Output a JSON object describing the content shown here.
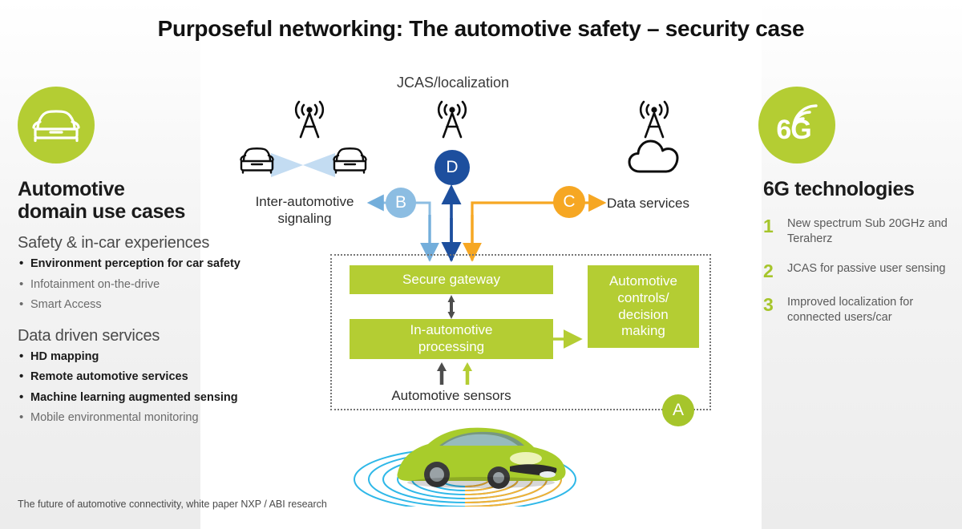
{
  "title": "Purposeful networking: The automotive safety – security case",
  "colors": {
    "lime": "#b4cd33",
    "lime_num": "#a6c52b",
    "light_blue": "#8cbde2",
    "dark_blue": "#1d4f9e",
    "orange": "#f6a723",
    "grey_arrow": "#4d4d4d"
  },
  "left": {
    "icon": "car-front-icon",
    "heading": "Automotive\ndomain use cases",
    "heading_line1": "Automotive",
    "heading_line2": "domain use cases",
    "groups": [
      {
        "title": "Safety & in-car experiences",
        "items": [
          {
            "text": "Environment perception for car safety",
            "emphasis": true
          },
          {
            "text": "Infotainment on-the-drive",
            "emphasis": false
          },
          {
            "text": "Smart Access",
            "emphasis": false
          }
        ]
      },
      {
        "title": "Data driven services",
        "items": [
          {
            "text": "HD mapping",
            "emphasis": true
          },
          {
            "text": "Remote automotive services",
            "emphasis": true
          },
          {
            "text": "Machine learning augmented sensing",
            "emphasis": true
          },
          {
            "text": "Mobile environmental monitoring",
            "emphasis": false
          }
        ]
      }
    ]
  },
  "right": {
    "icon": "6g-wifi-icon",
    "icon_text": "6G",
    "heading": "6G technologies",
    "items": [
      {
        "num": "1",
        "text": "New spectrum Sub 20GHz and Teraherz"
      },
      {
        "num": "2",
        "text": "JCAS for passive user sensing"
      },
      {
        "num": "3",
        "text": "Improved localization for connected users/car"
      }
    ]
  },
  "diagram": {
    "top_label": "JCAS/localization",
    "inter_label": "Inter-automotive signaling",
    "data_label": "Data services",
    "sensors_label": "Automotive sensors",
    "badges": [
      {
        "id": "A",
        "label": "A",
        "color": "#a6c52b"
      },
      {
        "id": "B",
        "label": "B",
        "color": "#8cbde2"
      },
      {
        "id": "C",
        "label": "C",
        "color": "#f6a723"
      },
      {
        "id": "D",
        "label": "D",
        "color": "#1d4f9e"
      }
    ],
    "boxes": [
      {
        "id": "gateway",
        "label": "Secure gateway"
      },
      {
        "id": "processing",
        "label": "In-automotive processing"
      },
      {
        "id": "controls",
        "label": "Automotive controls/ decision making"
      }
    ],
    "box_gateway": "Secure gateway",
    "box_processing_l1": "In-automotive",
    "box_processing_l2": "processing",
    "box_controls_l1": "Automotive",
    "box_controls_l2": "controls/",
    "box_controls_l3": "decision",
    "box_controls_l4": "making"
  },
  "footnote": "The future of automotive connectivity, white paper NXP / ABI research"
}
